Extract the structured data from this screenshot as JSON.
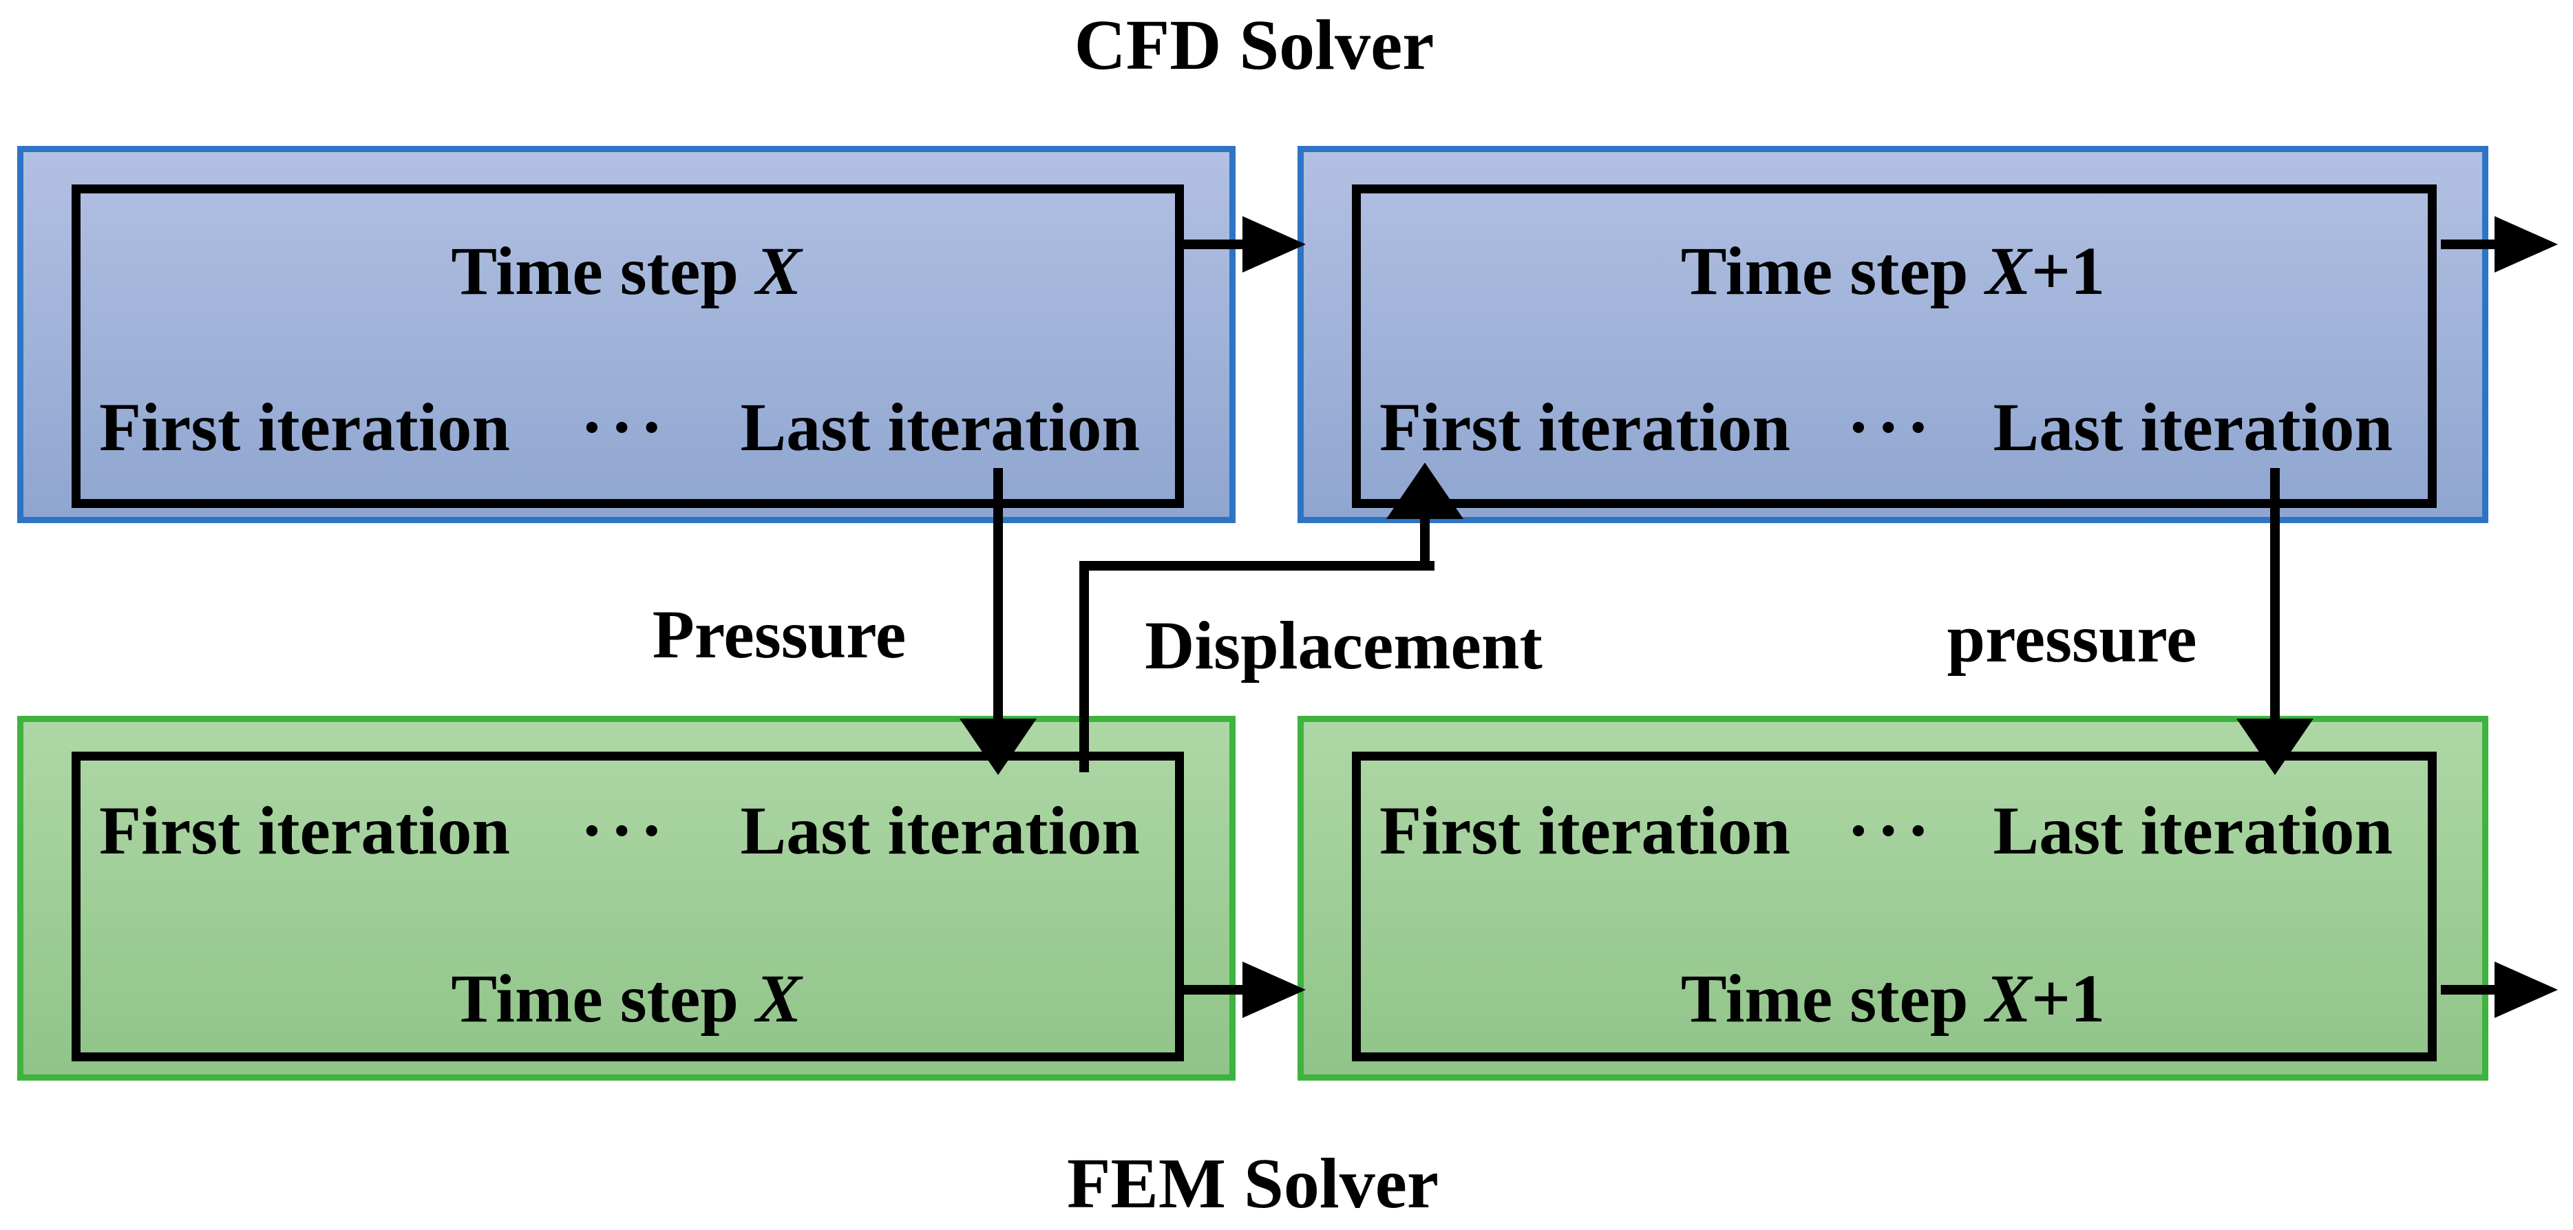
{
  "diagram": {
    "cfd_title": "CFD Solver",
    "fem_title": "FEM Solver",
    "labels": {
      "pressure_left": "Pressure",
      "displacement": "Displacement",
      "pressure_right": "pressure"
    },
    "boxes": {
      "cfd_x": {
        "time_prefix": "Time step ",
        "time_var": "X",
        "time_suffix": "",
        "first": "First iteration",
        "dots": "···",
        "last": "Last iteration"
      },
      "cfd_x1": {
        "time_prefix": "Time step ",
        "time_var": "X",
        "time_suffix": "+1",
        "first": "First iteration",
        "dots": "···",
        "last": "Last iteration"
      },
      "fem_x": {
        "time_prefix": "Time step ",
        "time_var": "X",
        "time_suffix": "",
        "first": "First iteration",
        "dots": "···",
        "last": "Last iteration"
      },
      "fem_x1": {
        "time_prefix": "Time step ",
        "time_var": "X",
        "time_suffix": "+1",
        "first": "First iteration",
        "dots": "···",
        "last": "Last iteration"
      }
    },
    "flows": [
      {
        "from": "cfd_x",
        "to": "cfd_x1",
        "type": "arrow-right",
        "label": ""
      },
      {
        "from": "cfd_x1",
        "to": "next-step",
        "type": "arrow-right",
        "label": ""
      },
      {
        "from": "cfd_x",
        "to": "fem_x",
        "type": "arrow-down",
        "label": "Pressure"
      },
      {
        "from": "fem_x",
        "to": "cfd_x1",
        "type": "arrow-up-elbow",
        "label": "Displacement"
      },
      {
        "from": "cfd_x1",
        "to": "fem_x1",
        "type": "arrow-down",
        "label": "pressure"
      },
      {
        "from": "fem_x",
        "to": "fem_x1",
        "type": "arrow-right",
        "label": ""
      },
      {
        "from": "fem_x1",
        "to": "next-step",
        "type": "arrow-right",
        "label": ""
      }
    ],
    "colors": {
      "blue_border": "#2e74c4",
      "blue_fill_top": "#b2c0e2",
      "blue_fill_bottom": "#8fa6d0",
      "green_border": "#3fb33f",
      "green_fill_top": "#aed7a6",
      "green_fill_bottom": "#90c489",
      "line": "#000000"
    }
  }
}
